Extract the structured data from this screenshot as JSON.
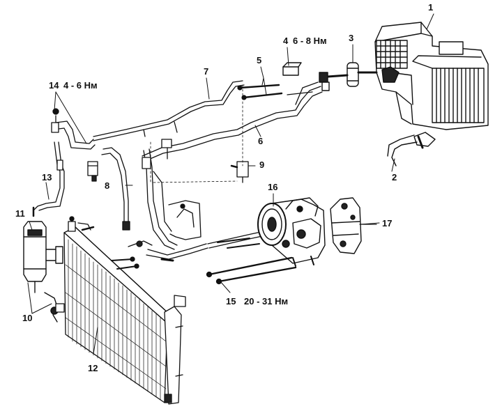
{
  "labels": {
    "l1": "1",
    "l2": "2",
    "l3": "3",
    "l4": "4",
    "l4_torque": "6 - 8 Нм",
    "l5": "5",
    "l6": "6",
    "l7": "7",
    "l8": "8",
    "l9": "9",
    "l10": "10",
    "l11": "11",
    "l12": "12",
    "l13": "13",
    "l14": "14",
    "l14_torque": "4 - 6 Нм",
    "l15": "15",
    "l15_torque": "20 - 31 Нм",
    "l16": "16",
    "l17": "17"
  },
  "colors": {
    "ink": "#111111",
    "paper": "#ffffff"
  }
}
